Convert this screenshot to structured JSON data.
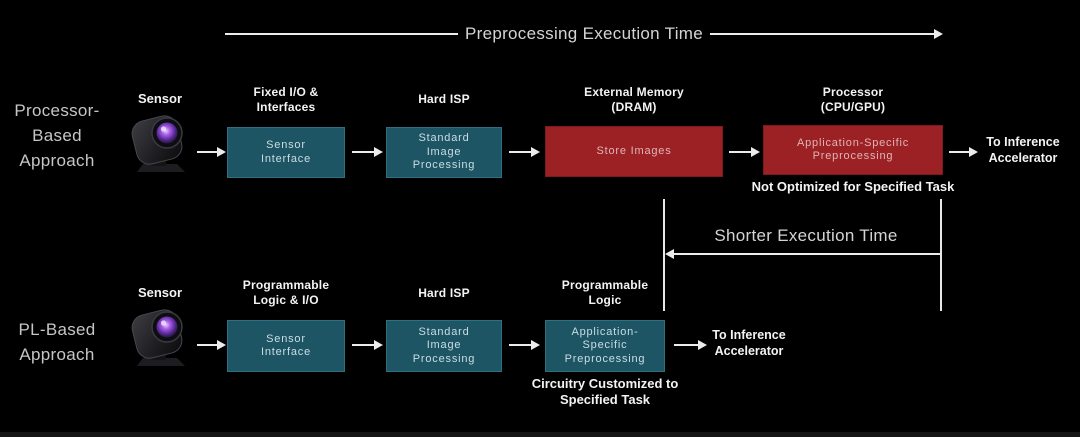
{
  "colors": {
    "background": "#000000",
    "teal_box": "#1d5565",
    "red_box": "#9b2124",
    "line": "#ececec",
    "label_text": "#f3f3f3",
    "timeline_text": "#d4d4d4"
  },
  "timelines": {
    "top_label": "Preprocessing Execution Time",
    "middle_label": "Shorter Execution Time"
  },
  "row1": {
    "approach": "Processor-\nBased\nApproach",
    "sensor": "Sensor",
    "box1": {
      "caption": "Fixed I/O &\nInterfaces",
      "label": "Sensor\nInterface"
    },
    "box2": {
      "caption": "Hard ISP",
      "label": "Standard\nImage\nProcessing"
    },
    "box3": {
      "caption": "External Memory\n(DRAM)",
      "label": "Store Images"
    },
    "box4": {
      "caption": "Processor\n(CPU/GPU)",
      "label": "Application-Specific\nPreprocessing",
      "footnote": "Not Optimized for Specified Task"
    },
    "output": "To Inference\nAccelerator"
  },
  "row2": {
    "approach": "PL-Based\nApproach",
    "sensor": "Sensor",
    "box1": {
      "caption": "Programmable\nLogic & I/O",
      "label": "Sensor\nInterface"
    },
    "box2": {
      "caption": "Hard ISP",
      "label": "Standard\nImage\nProcessing"
    },
    "box3": {
      "caption": "Programmable\nLogic",
      "label": "Application-\nSpecific\nPreprocessing",
      "footnote": "Circuitry Customized to\nSpecified Task"
    },
    "output": "To Inference\nAccelerator"
  }
}
